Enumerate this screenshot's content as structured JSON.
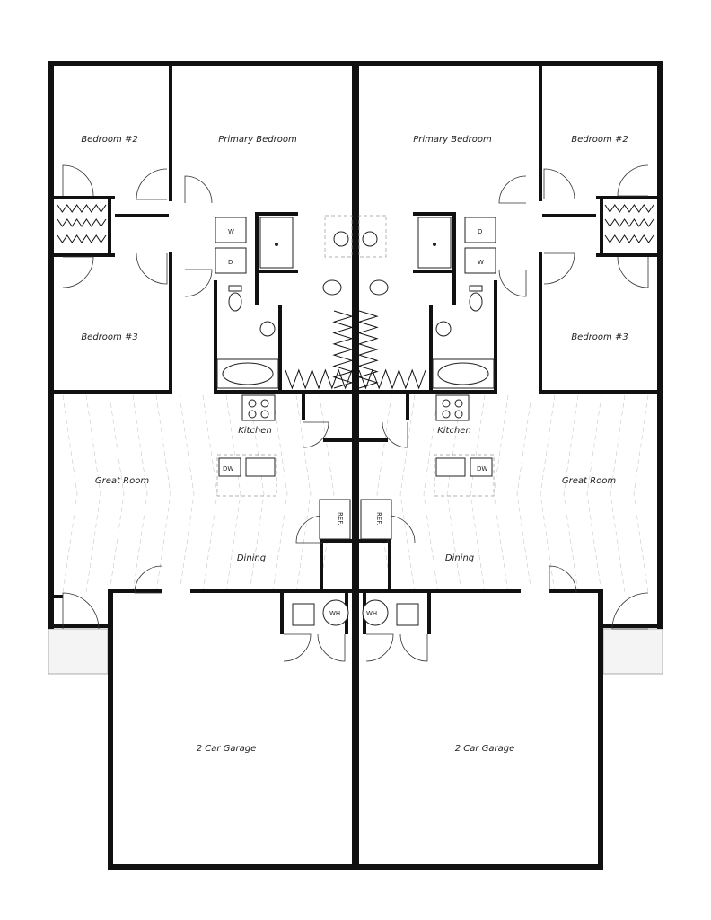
{
  "rooms": {
    "left": {
      "bedroom2": "Bedroom #2",
      "primary_bedroom": "Primary Bedroom",
      "bedroom3": "Bedroom #3",
      "kitchen": "Kitchen",
      "great_room": "Great Room",
      "dining": "Dining",
      "garage": "2 Car Garage"
    },
    "right": {
      "bedroom2": "Bedroom #2",
      "primary_bedroom": "Primary Bedroom",
      "bedroom3": "Bedroom #3",
      "kitchen": "Kitchen",
      "great_room": "Great Room",
      "dining": "Dining",
      "garage": "2 Car Garage"
    }
  },
  "fixtures": {
    "washer": "W",
    "dryer": "D",
    "dishwasher": "DW",
    "refrigerator": "REF.",
    "water_heater": "WH"
  }
}
